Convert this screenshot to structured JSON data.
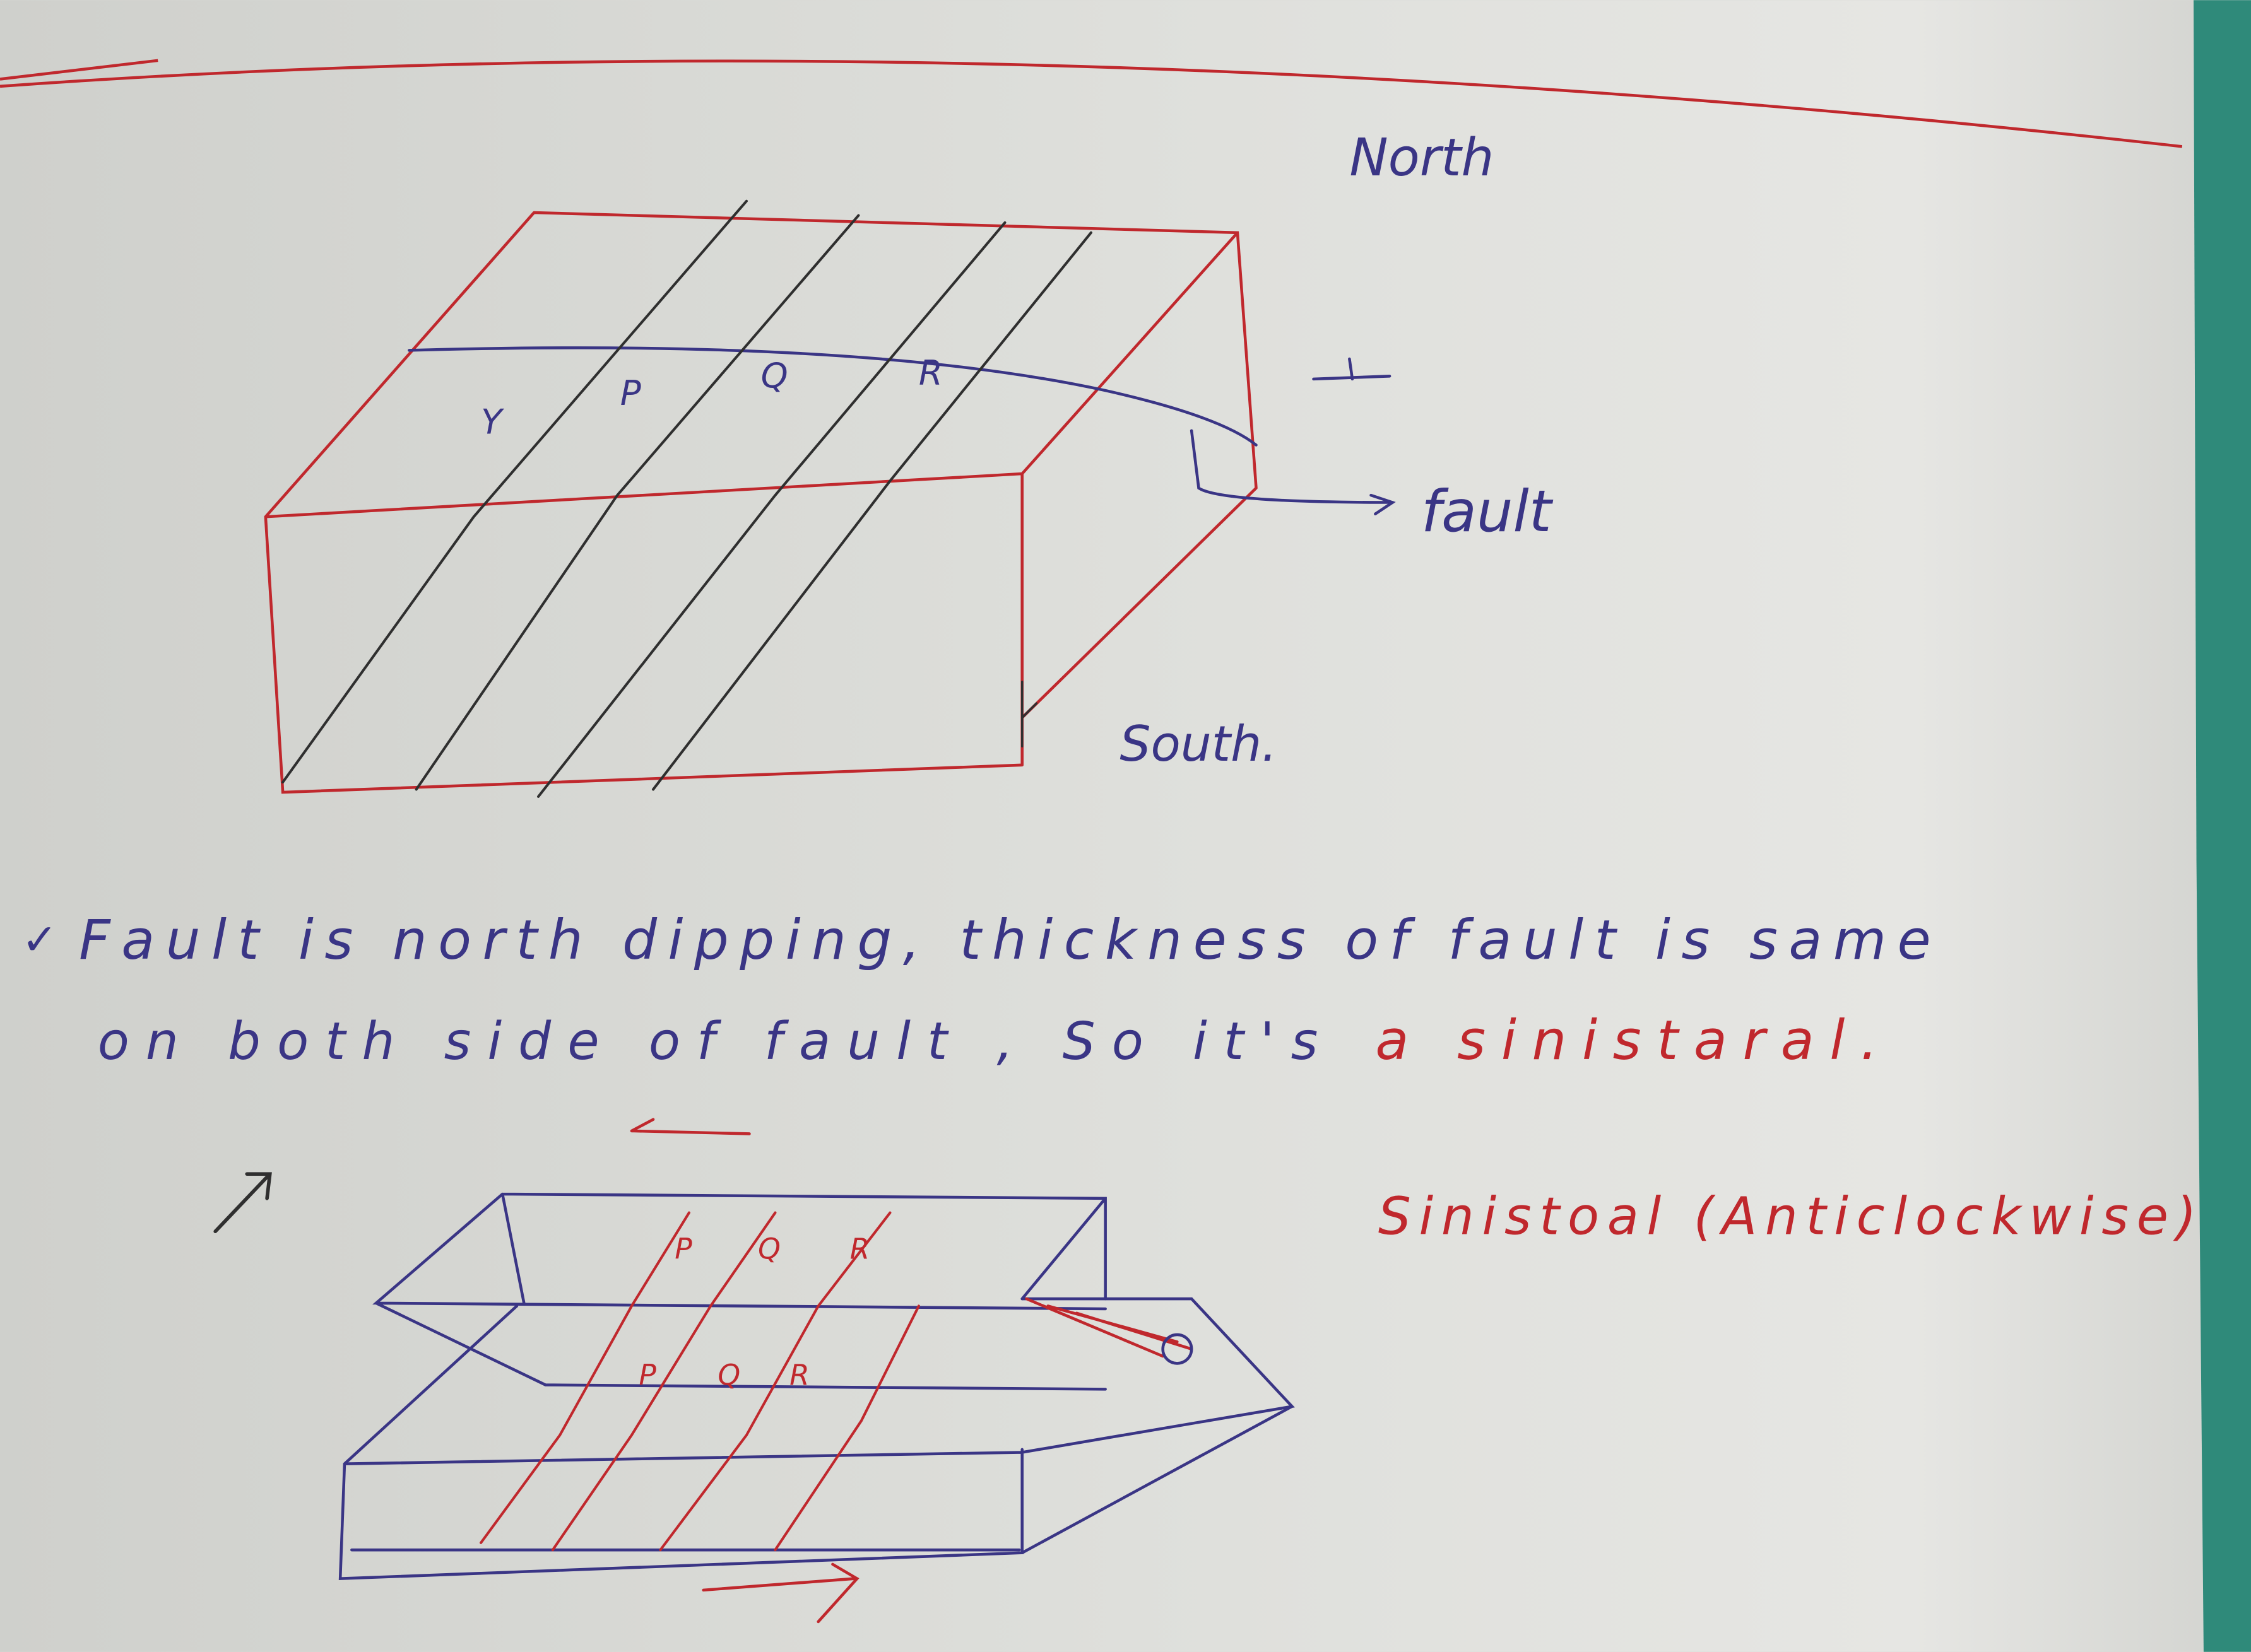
{
  "labels": {
    "north": "North",
    "south": "South.",
    "fault": "fault",
    "layer_y": "Y",
    "layer_p": "P",
    "layer_q": "Q",
    "layer_r": "R",
    "lower_p_top": "P",
    "lower_q_top": "Q",
    "lower_r_top": "R",
    "lower_p_bottom": "P",
    "lower_q_bottom": "Q",
    "lower_r_bottom": "R"
  },
  "notes": {
    "line1": "Fault is north dipping, thickness of fault is same",
    "line2_blue": "on both side of fault , So it's",
    "line2_red": "a sinistaral.",
    "sinistral_caption": "Sinistoal (Anticlockwise)"
  },
  "colors": {
    "paper": "#dcddd9",
    "red_ink": "#c0282d",
    "blue_ink": "#3a3585",
    "pencil": "#2f2f2f",
    "board_green": "#2f8a7a"
  }
}
